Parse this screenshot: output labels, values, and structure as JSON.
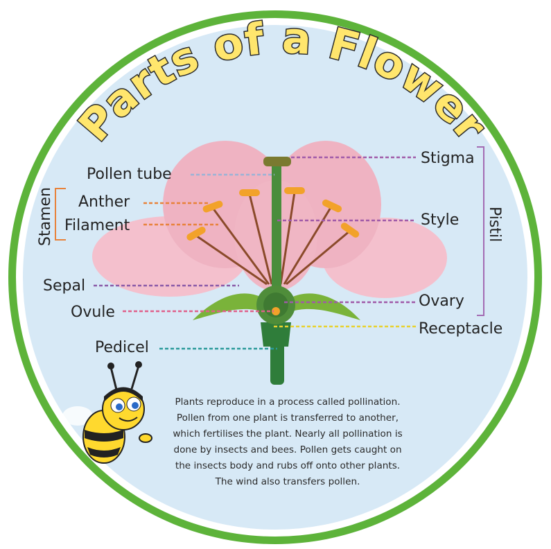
{
  "title": "Parts of a Flower",
  "labels": {
    "stigma": "Stigma",
    "pollen_tube": "Pollen tube",
    "anther": "Anther",
    "filament": "Filament",
    "style": "Style",
    "sepal": "Sepal",
    "ovule": "Ovule",
    "ovary": "Ovary",
    "receptacle": "Receptacle",
    "pedicel": "Pedicel"
  },
  "groups": {
    "stamen": "Stamen",
    "pistil": "Pistil"
  },
  "description": [
    "Plants reproduce in a process called pollination.",
    "Pollen from one plant is transferred to another,",
    "which fertilises the plant. Nearly all pollination is",
    "done by insects and bees. Pollen gets caught on",
    "the insects body and rubs off onto other plants.",
    "The wind also transfers pollen."
  ],
  "colors": {
    "ring": "#5db33a",
    "background": "#d7e9f6",
    "petal": "#f2b8c6",
    "stem": "#3f8a3a",
    "anther": "#f2a22a",
    "title_fill": "#ffe66d",
    "stamen_bracket": "#e8823a",
    "pistil_bracket": "#a36bb3"
  }
}
